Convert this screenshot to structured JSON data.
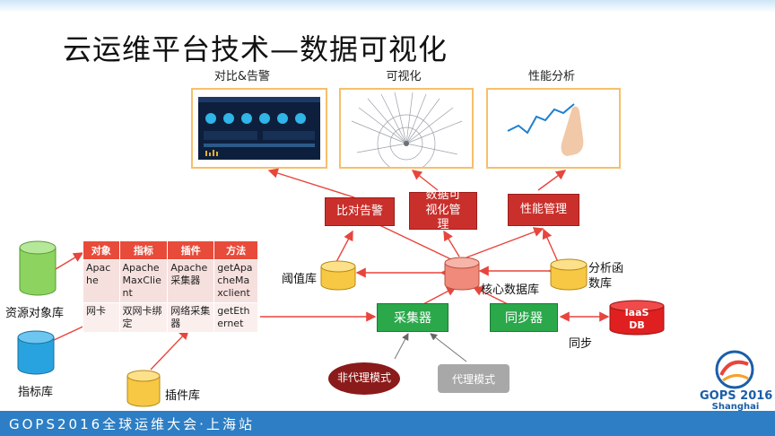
{
  "title": "云运维平台技术—数据可视化",
  "screens": [
    {
      "label": "对比&告警"
    },
    {
      "label": "可视化"
    },
    {
      "label": "性能分析"
    }
  ],
  "modules": {
    "compare_alert": "比对告警",
    "data_vis": "数据可视化管理",
    "perf_mgmt": "性能管理"
  },
  "databases": {
    "resource_db": "资源对象库",
    "metric_db": "指标库",
    "plugin_db": "插件库",
    "threshold_db": "阈值库",
    "core_db": "核心数据库",
    "analysis_db": "分析函数库",
    "iaas_db": "IaaS DB"
  },
  "table": {
    "headers": [
      "对象",
      "指标",
      "插件",
      "方法"
    ],
    "rows": [
      [
        "Apache",
        "Apache MaxClient",
        "Apache采集器",
        "getApacheMaxclient"
      ],
      [
        "网卡",
        "双网卡绑定",
        "网络采集器",
        "getEthernet"
      ]
    ]
  },
  "collector": "采集器",
  "synchronizer": "同步器",
  "sync_label": "同步",
  "non_proxy": "非代理模式",
  "proxy": "代理模式",
  "footer": {
    "event": "GOPS2016全球运维大会·上海站"
  },
  "logo": {
    "name": "GOPS",
    "year": "2016",
    "city": "Shanghai"
  },
  "colors": {
    "red_module": "#c9302c",
    "green_module": "#2aa84a",
    "arrow": "#e8453c",
    "db_yellow": "#f7c843",
    "db_green": "#8dd35f",
    "db_blue": "#29a3df",
    "db_salmon": "#f08a7a",
    "db_red": "#e02020",
    "footer_blue": "#2d7ec4"
  }
}
